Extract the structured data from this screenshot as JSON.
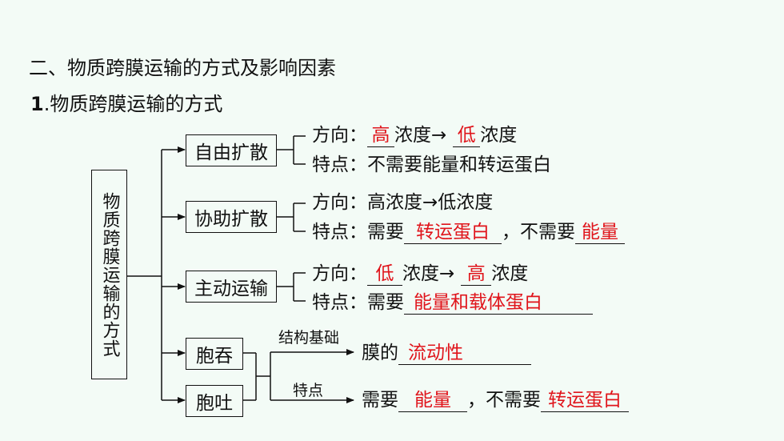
{
  "heading": "二、物质跨膜运输的方式及影响因素",
  "subheading_num": "1",
  "subheading_text": ".物质跨膜运输的方式",
  "root": "物质跨膜运输的方式",
  "free": {
    "name": "自由扩散",
    "dir_label": "方向：",
    "dir_a": "高",
    "conc1": "浓度→",
    "dir_b": "低",
    "conc2": "浓度",
    "feat_label": "特点：",
    "feat": "不需要能量和转运蛋白"
  },
  "facilitated": {
    "name": "协助扩散",
    "dir_label": "方向：",
    "dir": "高浓度→低浓度",
    "feat_label": "特点：",
    "need": "需要",
    "need_val": "转运蛋白",
    "comma": "，不需要",
    "noneed_val": "能量"
  },
  "active": {
    "name": "主动运输",
    "dir_label": "方向：",
    "dir_a": "低",
    "conc1": "浓度→",
    "dir_b": "高",
    "conc2": "浓度",
    "feat_label": "特点：",
    "need": "需要",
    "need_val": "能量和载体蛋白"
  },
  "bulk": {
    "endo": "胞吞",
    "exo": "胞吐",
    "basis_label": "结构基础",
    "membrane": "膜的",
    "membrane_val": "流动性",
    "feat_label": "特点",
    "need": "需要",
    "need_val": "能量",
    "comma": "，不需要",
    "noneed_val": "转运蛋白"
  },
  "colors": {
    "answer": "#e0141b",
    "background": "#f3fbf6"
  }
}
